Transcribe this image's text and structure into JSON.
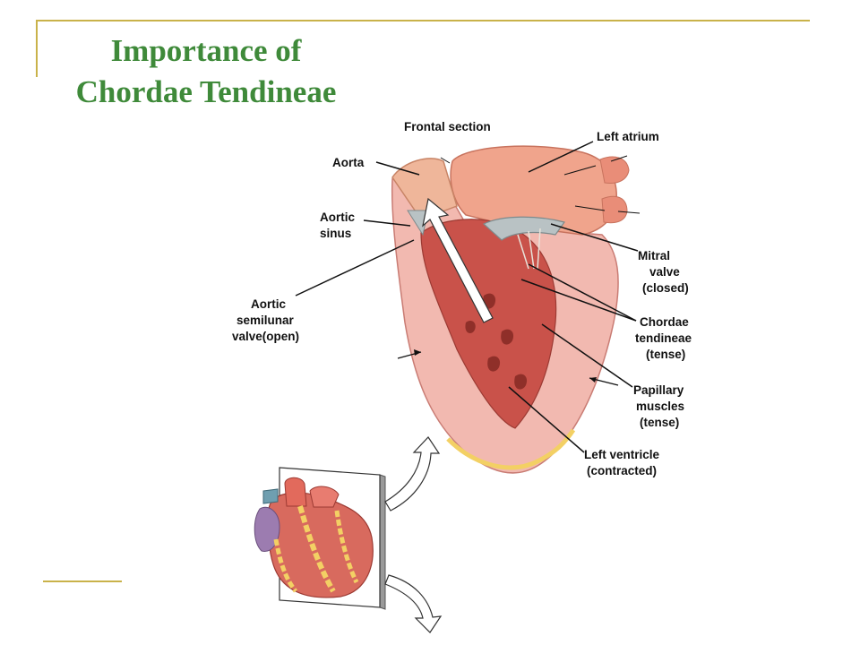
{
  "slide": {
    "title_line1": "Importance of",
    "title_line2": "Chordae Tendineae"
  },
  "diagram": {
    "section_title": "Frontal section",
    "labels": {
      "aorta": "Aorta",
      "aortic_sinus_1": "Aortic",
      "aortic_sinus_2": "sinus",
      "aortic_valve_1": "Aortic",
      "aortic_valve_2": "semilunar",
      "aortic_valve_3": "valve(open)",
      "left_atrium": "Left atrium",
      "mitral_1": "Mitral",
      "mitral_2": "valve",
      "mitral_3": "(closed)",
      "chordae_1": "Chordae",
      "chordae_2": "tendineae",
      "chordae_3": "(tense)",
      "papillary_1": "Papillary",
      "papillary_2": "muscles",
      "papillary_3": "(tense)",
      "ventricle_1": "Left ventricle",
      "ventricle_2": "(contracted)"
    },
    "colors": {
      "title_green": "#3f8a3a",
      "frame_gold": "#c9b24a",
      "heart_wall": "#f2b9b0",
      "myocardium": "#c9524a",
      "atrium": "#f0a48c",
      "valve_gray": "#b9c2c4",
      "fat_yellow": "#f3d064"
    }
  }
}
